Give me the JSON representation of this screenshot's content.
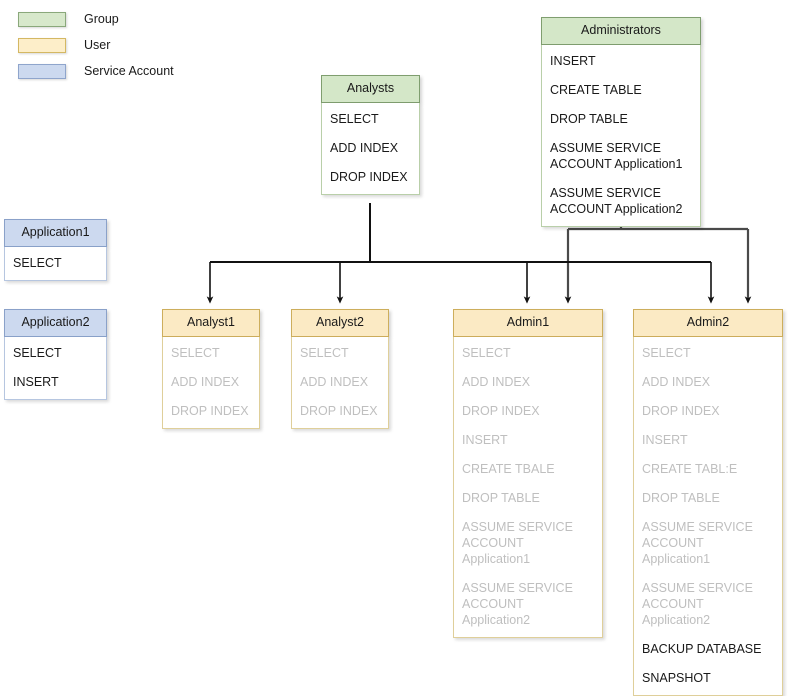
{
  "legend": {
    "items": [
      {
        "label": "Group",
        "kind": "group",
        "color": "#d7e8cb",
        "border": "#8aa87b"
      },
      {
        "label": "User",
        "kind": "user",
        "color": "#fdeec9",
        "border": "#d4b863"
      },
      {
        "label": "Service Account",
        "kind": "service",
        "color": "#ccd9ef",
        "border": "#8fa5cc"
      }
    ]
  },
  "nodes": {
    "analysts": {
      "title": "Analysts",
      "kind": "group",
      "permissions": [
        {
          "text": "SELECT",
          "inherited": false
        },
        {
          "text": "ADD INDEX",
          "inherited": false
        },
        {
          "text": "DROP INDEX",
          "inherited": false
        }
      ]
    },
    "administrators": {
      "title": "Administrators",
      "kind": "group",
      "permissions": [
        {
          "text": "INSERT",
          "inherited": false
        },
        {
          "text": "CREATE TABLE",
          "inherited": false
        },
        {
          "text": "DROP TABLE",
          "inherited": false
        },
        {
          "text": "ASSUME SERVICE\nACCOUNT Application1",
          "inherited": false
        },
        {
          "text": "ASSUME SERVICE\nACCOUNT Application2",
          "inherited": false
        }
      ]
    },
    "application1": {
      "title": "Application1",
      "kind": "service",
      "permissions": [
        {
          "text": "SELECT",
          "inherited": false
        }
      ]
    },
    "application2": {
      "title": "Application2",
      "kind": "service",
      "permissions": [
        {
          "text": "SELECT",
          "inherited": false
        },
        {
          "text": "INSERT",
          "inherited": false
        }
      ]
    },
    "analyst1": {
      "title": "Analyst1",
      "kind": "user",
      "permissions": [
        {
          "text": "SELECT",
          "inherited": true
        },
        {
          "text": "ADD INDEX",
          "inherited": true
        },
        {
          "text": "DROP INDEX",
          "inherited": true
        }
      ]
    },
    "analyst2": {
      "title": "Analyst2",
      "kind": "user",
      "permissions": [
        {
          "text": "SELECT",
          "inherited": true
        },
        {
          "text": "ADD INDEX",
          "inherited": true
        },
        {
          "text": "DROP INDEX",
          "inherited": true
        }
      ]
    },
    "admin1": {
      "title": "Admin1",
      "kind": "user",
      "permissions": [
        {
          "text": "SELECT",
          "inherited": true
        },
        {
          "text": "ADD INDEX",
          "inherited": true
        },
        {
          "text": "DROP INDEX",
          "inherited": true
        },
        {
          "text": "INSERT",
          "inherited": true
        },
        {
          "text": "CREATE TBALE",
          "inherited": true
        },
        {
          "text": "DROP TABLE",
          "inherited": true
        },
        {
          "text": "ASSUME SERVICE\nACCOUNT Application1",
          "inherited": true
        },
        {
          "text": "ASSUME SERVICE\nACCOUNT Application2",
          "inherited": true
        }
      ]
    },
    "admin2": {
      "title": "Admin2",
      "kind": "user",
      "permissions": [
        {
          "text": "SELECT",
          "inherited": true
        },
        {
          "text": "ADD INDEX",
          "inherited": true
        },
        {
          "text": "DROP INDEX",
          "inherited": true
        },
        {
          "text": "INSERT",
          "inherited": true
        },
        {
          "text": "CREATE TABL:E",
          "inherited": true
        },
        {
          "text": "DROP TABLE",
          "inherited": true
        },
        {
          "text": "ASSUME SERVICE\nACCOUNT Application1",
          "inherited": true
        },
        {
          "text": "ASSUME SERVICE\nACCOUNT Application2",
          "inherited": true
        },
        {
          "text": "BACKUP DATABASE",
          "inherited": false
        },
        {
          "text": "SNAPSHOT",
          "inherited": false
        }
      ]
    }
  }
}
